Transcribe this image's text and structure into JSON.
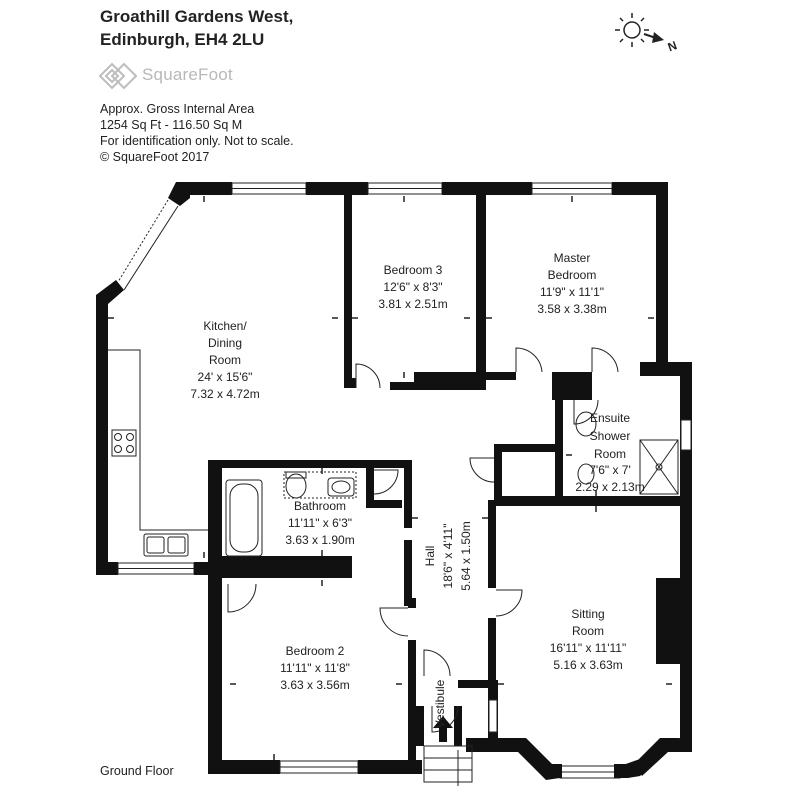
{
  "header": {
    "address_line1": "Groathill Gardens West,",
    "address_line2": "Edinburgh, EH4 2LU",
    "brand": "SquareFoot",
    "area_title": "Approx. Gross Internal Area",
    "area_value": "1254 Sq Ft  -  116.50 Sq M",
    "disclaimer": "For identification only. Not to scale.",
    "copyright": "© SquareFoot 2017"
  },
  "compass": {
    "north_label": "N",
    "icon": "sun-icon"
  },
  "rooms": {
    "kitchen": {
      "name1": "Kitchen/",
      "name2": "Dining",
      "name3": "Room",
      "imperial": "24' x 15'6\"",
      "metric": "7.32 x 4.72m"
    },
    "bedroom3": {
      "name": "Bedroom 3",
      "imperial": "12'6\" x 8'3\"",
      "metric": "3.81 x 2.51m"
    },
    "master": {
      "name1": "Master",
      "name2": "Bedroom",
      "imperial": "11'9\" x 11'1\"",
      "metric": "3.58 x 3.38m"
    },
    "ensuite": {
      "name1": "Ensuite",
      "name2": "Shower",
      "name3": "Room",
      "imperial": "7'6\" x 7'",
      "metric": "2.29 x 2.13m"
    },
    "bathroom": {
      "name": "Bathroom",
      "imperial": "11'11\" x 6'3\"",
      "metric": "3.63 x 1.90m"
    },
    "hall": {
      "name": "Hall",
      "imperial": "18'6\" x 4'11\"",
      "metric": "5.64 x 1.50m"
    },
    "bedroom2": {
      "name": "Bedroom 2",
      "imperial": "11'11\" x 11'8\"",
      "metric": "3.63 x 3.56m"
    },
    "sitting": {
      "name1": "Sitting",
      "name2": "Room",
      "imperial": "16'11\" x 11'11\"",
      "metric": "5.16 x 3.63m"
    },
    "vestibule": {
      "name": "Vestibule"
    }
  },
  "floor_label": "Ground Floor"
}
